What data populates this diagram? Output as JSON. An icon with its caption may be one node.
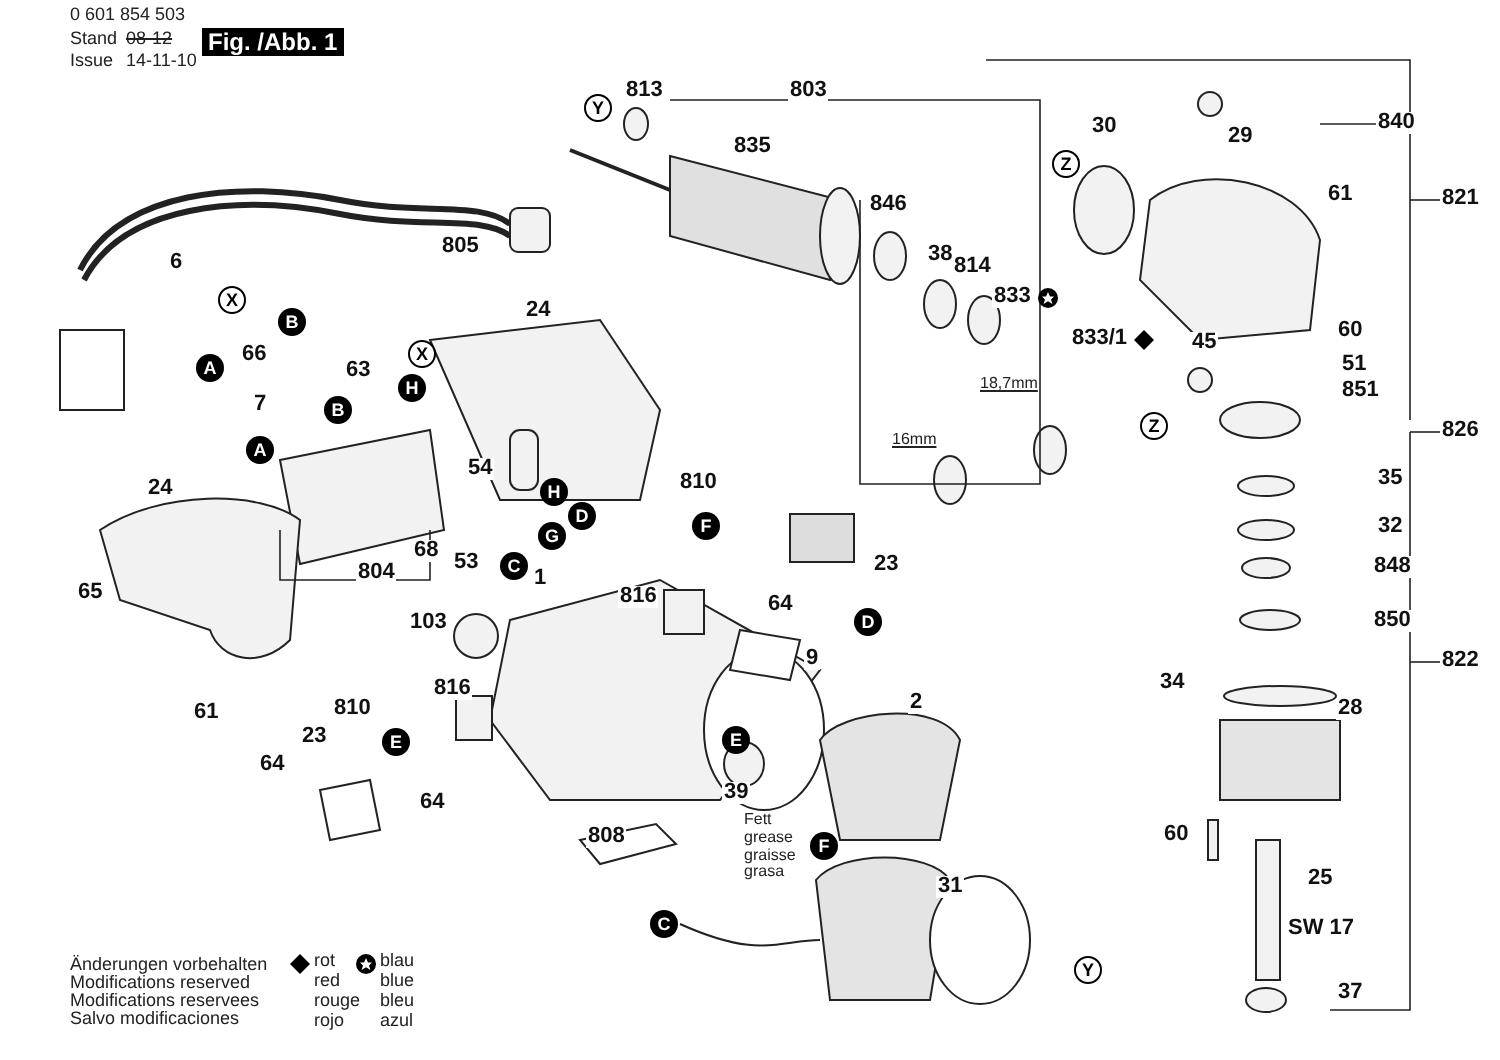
{
  "diagram": {
    "labels": [
      "0 601 854 503",
      "Stand",
      "08-12",
      "Issue",
      "14-11-10",
      "Fig. /Abb. 1",
      "813",
      "803",
      "Y",
      "835",
      "30",
      "840",
      "29",
      "Z",
      "821",
      "61",
      "846",
      "805",
      "38",
      "814",
      "6",
      "833",
      "X",
      "24",
      "60",
      "B",
      "X",
      "833/1",
      "45",
      "66",
      "51",
      "A",
      "63",
      "H",
      "18,7mm",
      "851",
      "7",
      "B",
      "Z",
      "826",
      "16mm",
      "A",
      "54",
      "35",
      "810",
      "24",
      "H",
      "D",
      "F",
      "32",
      "G",
      "68",
      "53",
      "C",
      "23",
      "848",
      "804",
      "1",
      "65",
      "816",
      "64",
      "D",
      "103",
      "850",
      "9",
      "822",
      "34",
      "816",
      "2",
      "28",
      "810",
      "61",
      "E",
      "E",
      "23",
      "64",
      "39",
      "64",
      "Fett grease graisse grasa",
      "808",
      "60",
      "F",
      "25",
      "31",
      "C",
      "SW 17",
      "Y",
      "37",
      "Änderungen vorbehalten",
      "Modifications reserved",
      "Modifications reservees",
      "Salvo modificaciones"
    ],
    "legend": [
      {
        "text": "rot red rouge rojo"
      },
      {
        "text": "blau blue bleu azul"
      }
    ]
  }
}
